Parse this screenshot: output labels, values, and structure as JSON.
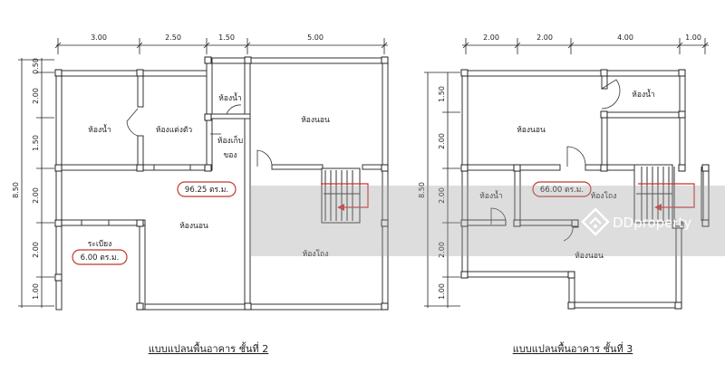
{
  "plan_left": {
    "top_dims": [
      "3.00",
      "2.50",
      "1.50",
      "5.00"
    ],
    "left_dims": [
      "0.50",
      "2.00",
      "1.50",
      "2.00",
      "2.00",
      "1.00"
    ],
    "overall_height": "8.50",
    "rooms": {
      "bathroom_1": "ห้องน้ำ",
      "dressing": "ห้องแต่งตัว",
      "bathroom_2": "ห้องน้ำ",
      "storage_1": "ห้องเก็บ",
      "storage_2": "ของ",
      "bedroom_1": "ห้องนอน",
      "bedroom_2": "ห้องนอน",
      "balcony": "ระเบียง",
      "hall": "ห้องโถง"
    },
    "area_badge": "96.25 ตร.ม.",
    "balcony_badge": "6.00 ตร.ม.",
    "caption": "แบบแปลนพื้นอาคาร ชั้นที่ 2"
  },
  "plan_right": {
    "top_dims": [
      "2.00",
      "2.00",
      "4.00",
      "1.00"
    ],
    "left_dims": [
      "1.50",
      "2.00",
      "2.00",
      "2.00",
      "1.00"
    ],
    "overall_height": "8.50",
    "rooms": {
      "bathroom": "ห้องน้ำ",
      "bedroom_1": "ห้องนอน",
      "bathroom_2": "ห้องน้ำ",
      "hall": "ห้องโถง",
      "bedroom_2": "ห้องนอน"
    },
    "area_badge": "66.00 ตร.ม.",
    "caption": "แบบแปลนพื้นอาคาร ชั้นที่ 3"
  },
  "watermark": "DDproperty"
}
